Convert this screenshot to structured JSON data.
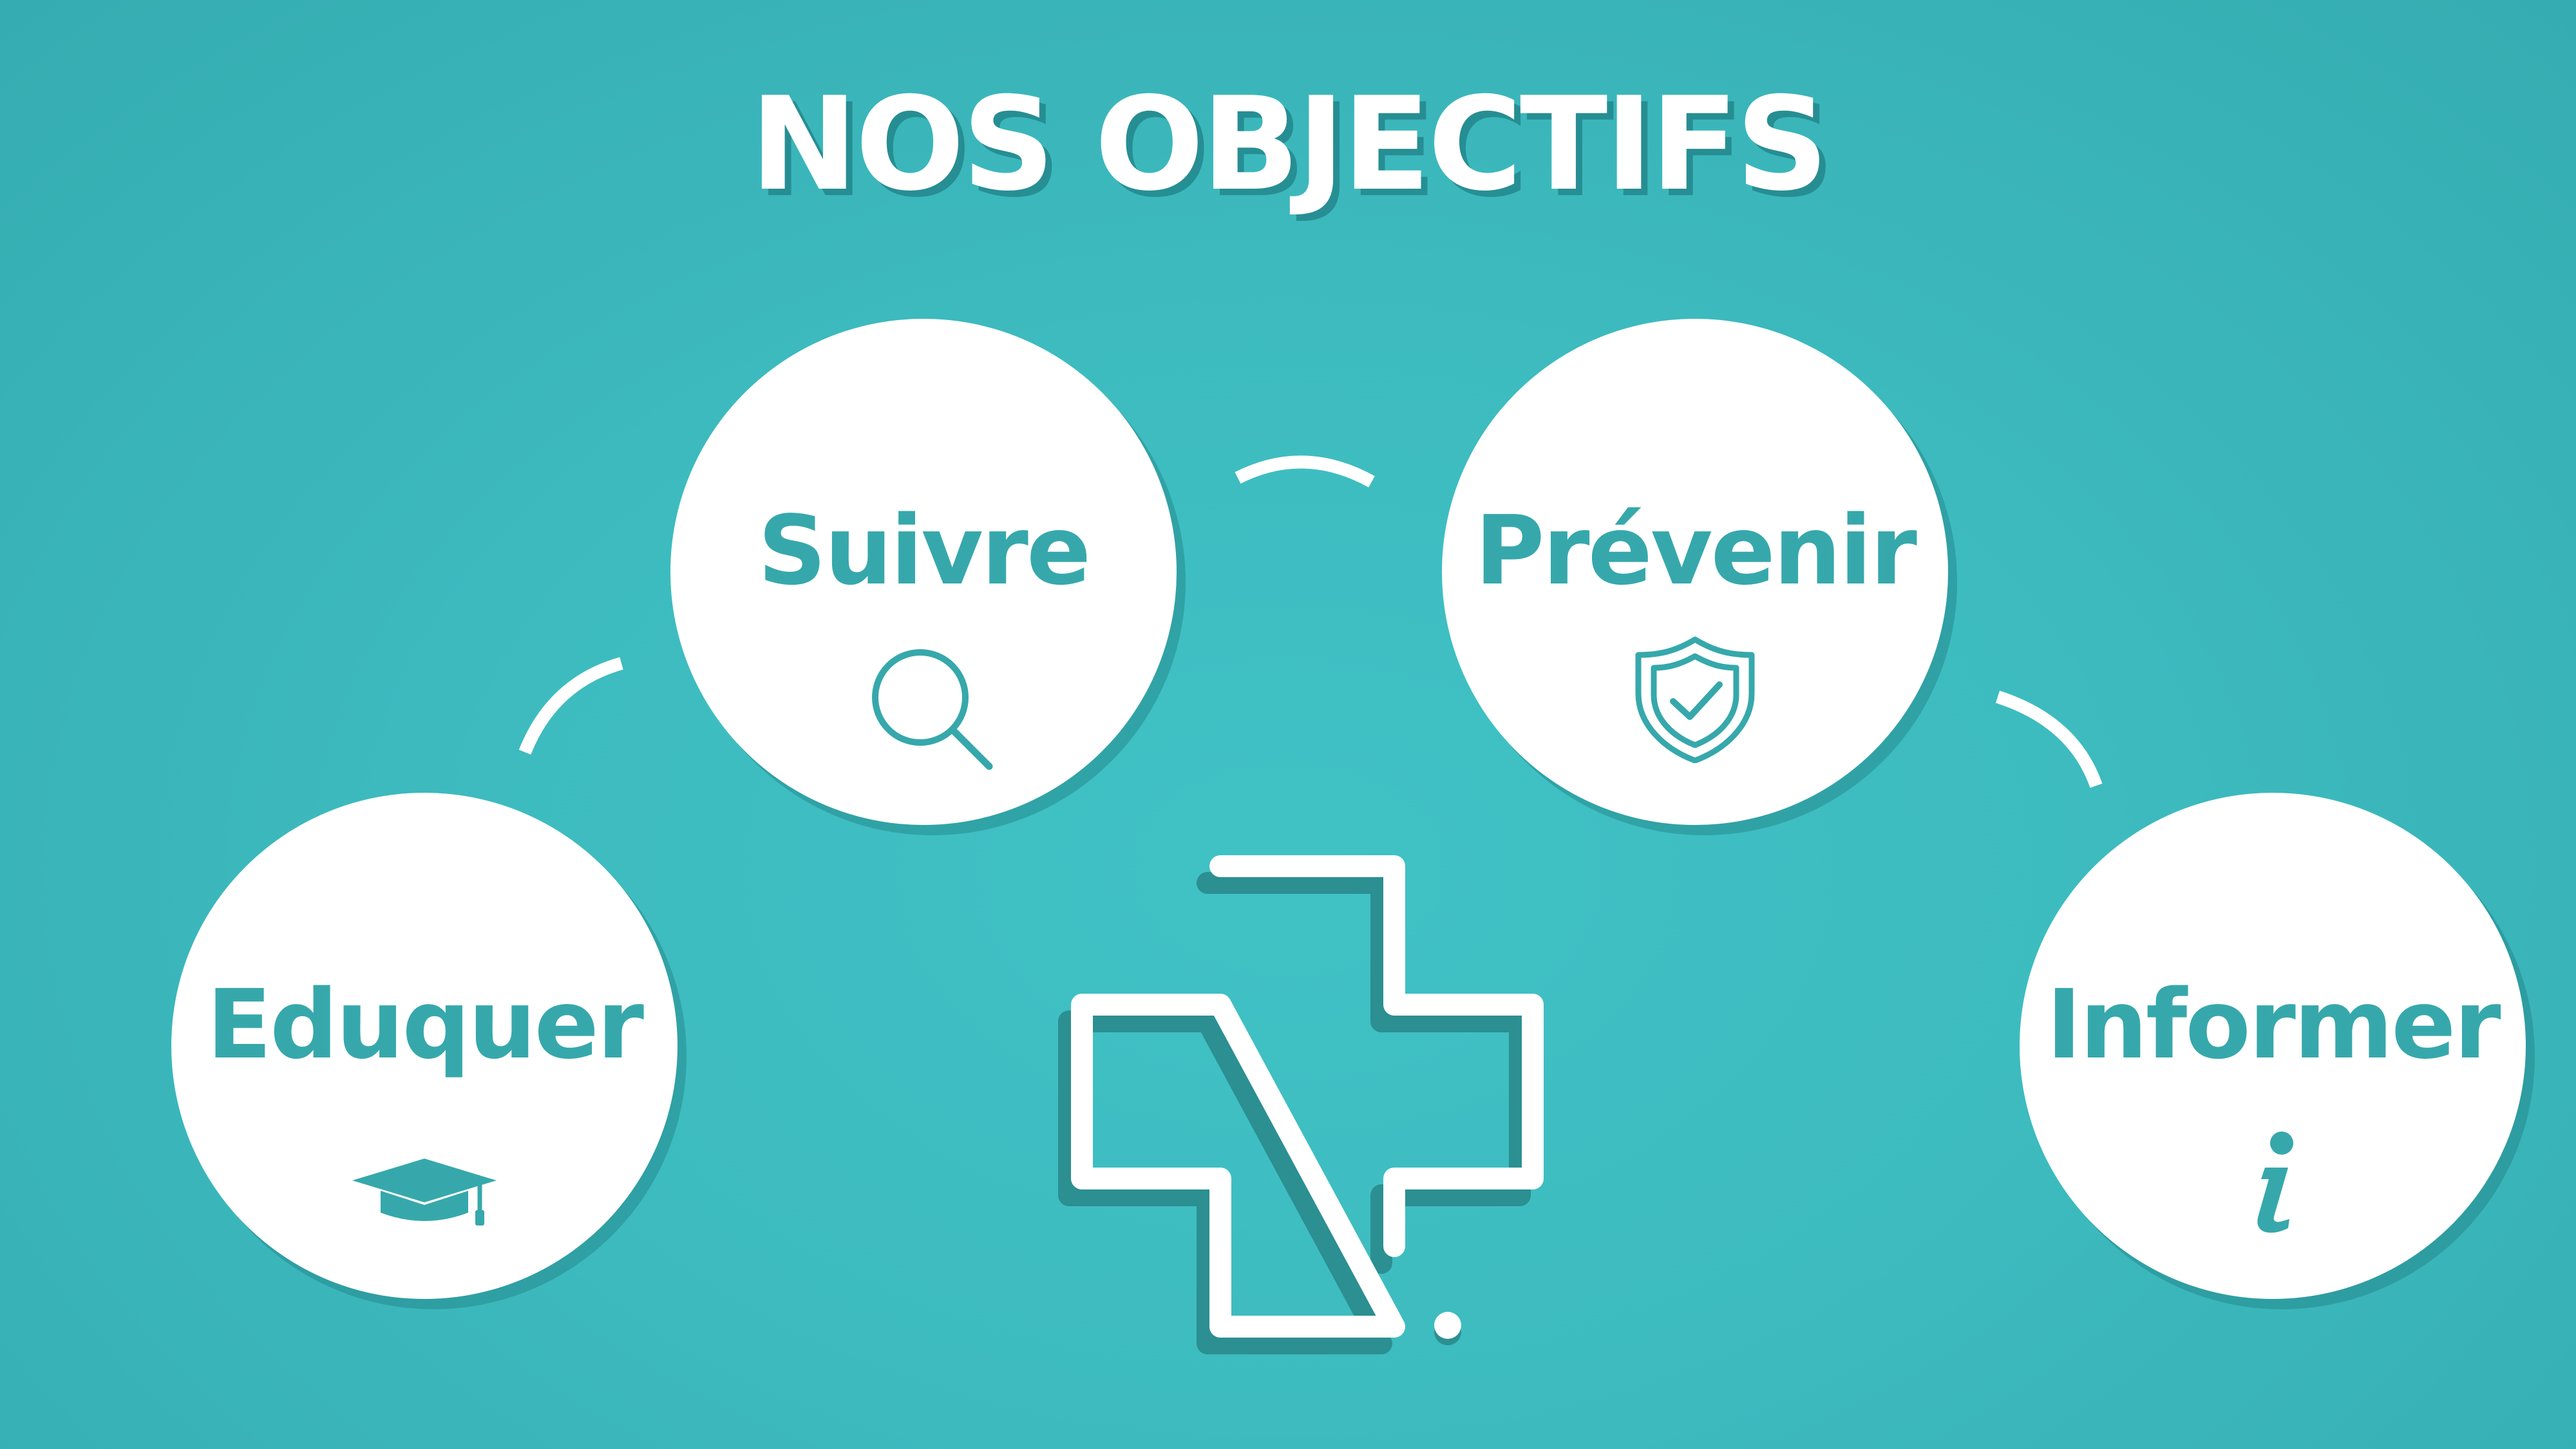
{
  "title": "NOS OBJECTIFS",
  "colors": {
    "background": "#3dbbbf",
    "accent": "#36a8ab",
    "circle_fill": "#ffffff",
    "title_text": "#ffffff"
  },
  "objectives": [
    {
      "label": "Eduquer",
      "icon": "graduation-cap-icon"
    },
    {
      "label": "Suivre",
      "icon": "magnifying-glass-icon"
    },
    {
      "label": "Prévenir",
      "icon": "shield-check-icon"
    },
    {
      "label": "Informer",
      "icon": "info-icon"
    }
  ],
  "center_icon": "medical-cross-icon"
}
